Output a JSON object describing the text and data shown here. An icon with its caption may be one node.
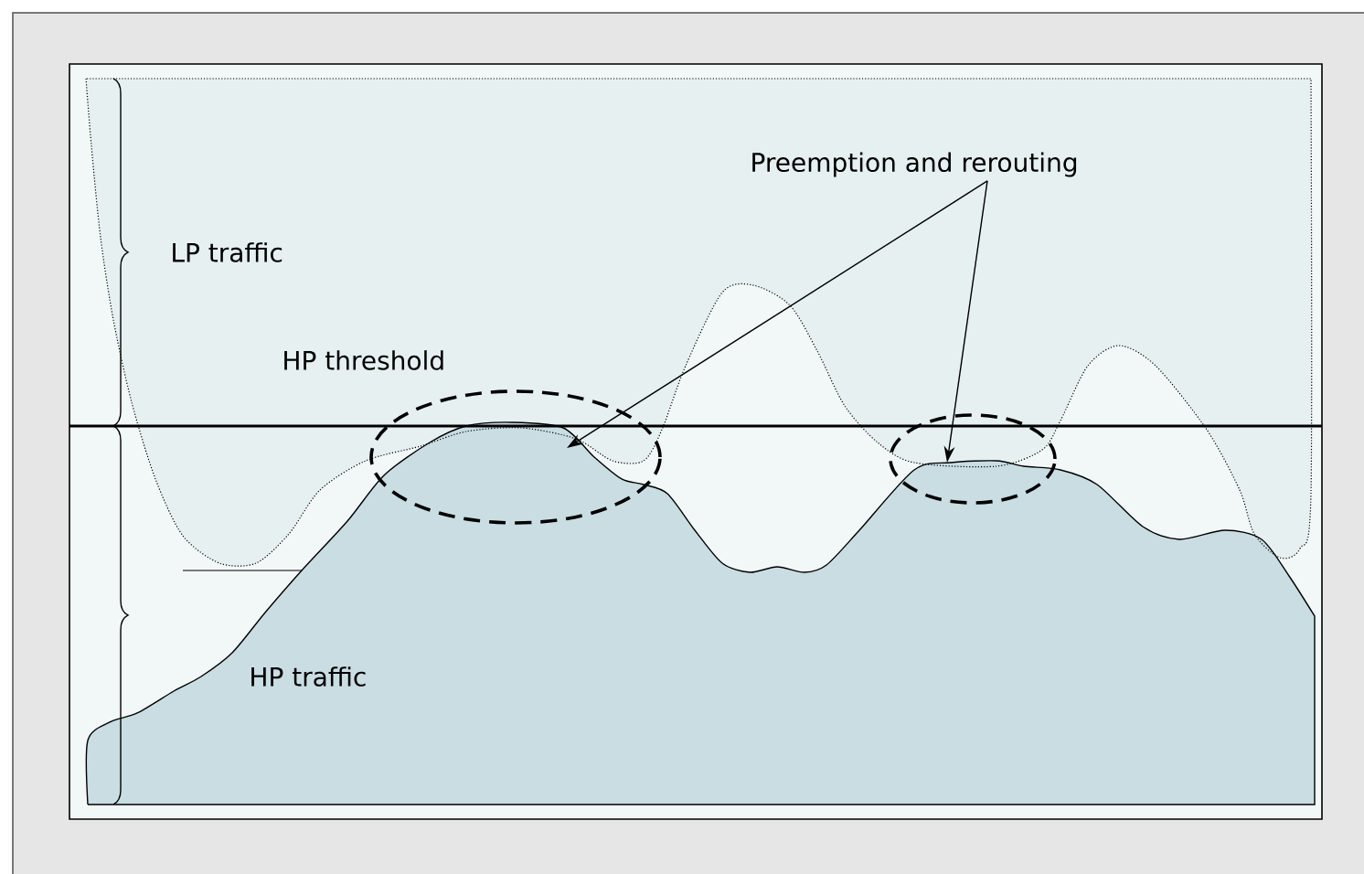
{
  "diagram": {
    "nodes": [
      {
        "text": [
          "Preemption and rerouting"
        ]
      },
      {
        "text": [],
        "shape": "circle"
      },
      {
        "text": [],
        "shape": "circle"
      }
    ],
    "edges": [
      {
        "from": 0,
        "to": 1,
        "arrow": "to"
      },
      {
        "from": 0,
        "to": 2,
        "arrow": "to"
      }
    ],
    "labels": [
      "LP traffic",
      "HP threshold",
      "HP traffic"
    ]
  }
}
